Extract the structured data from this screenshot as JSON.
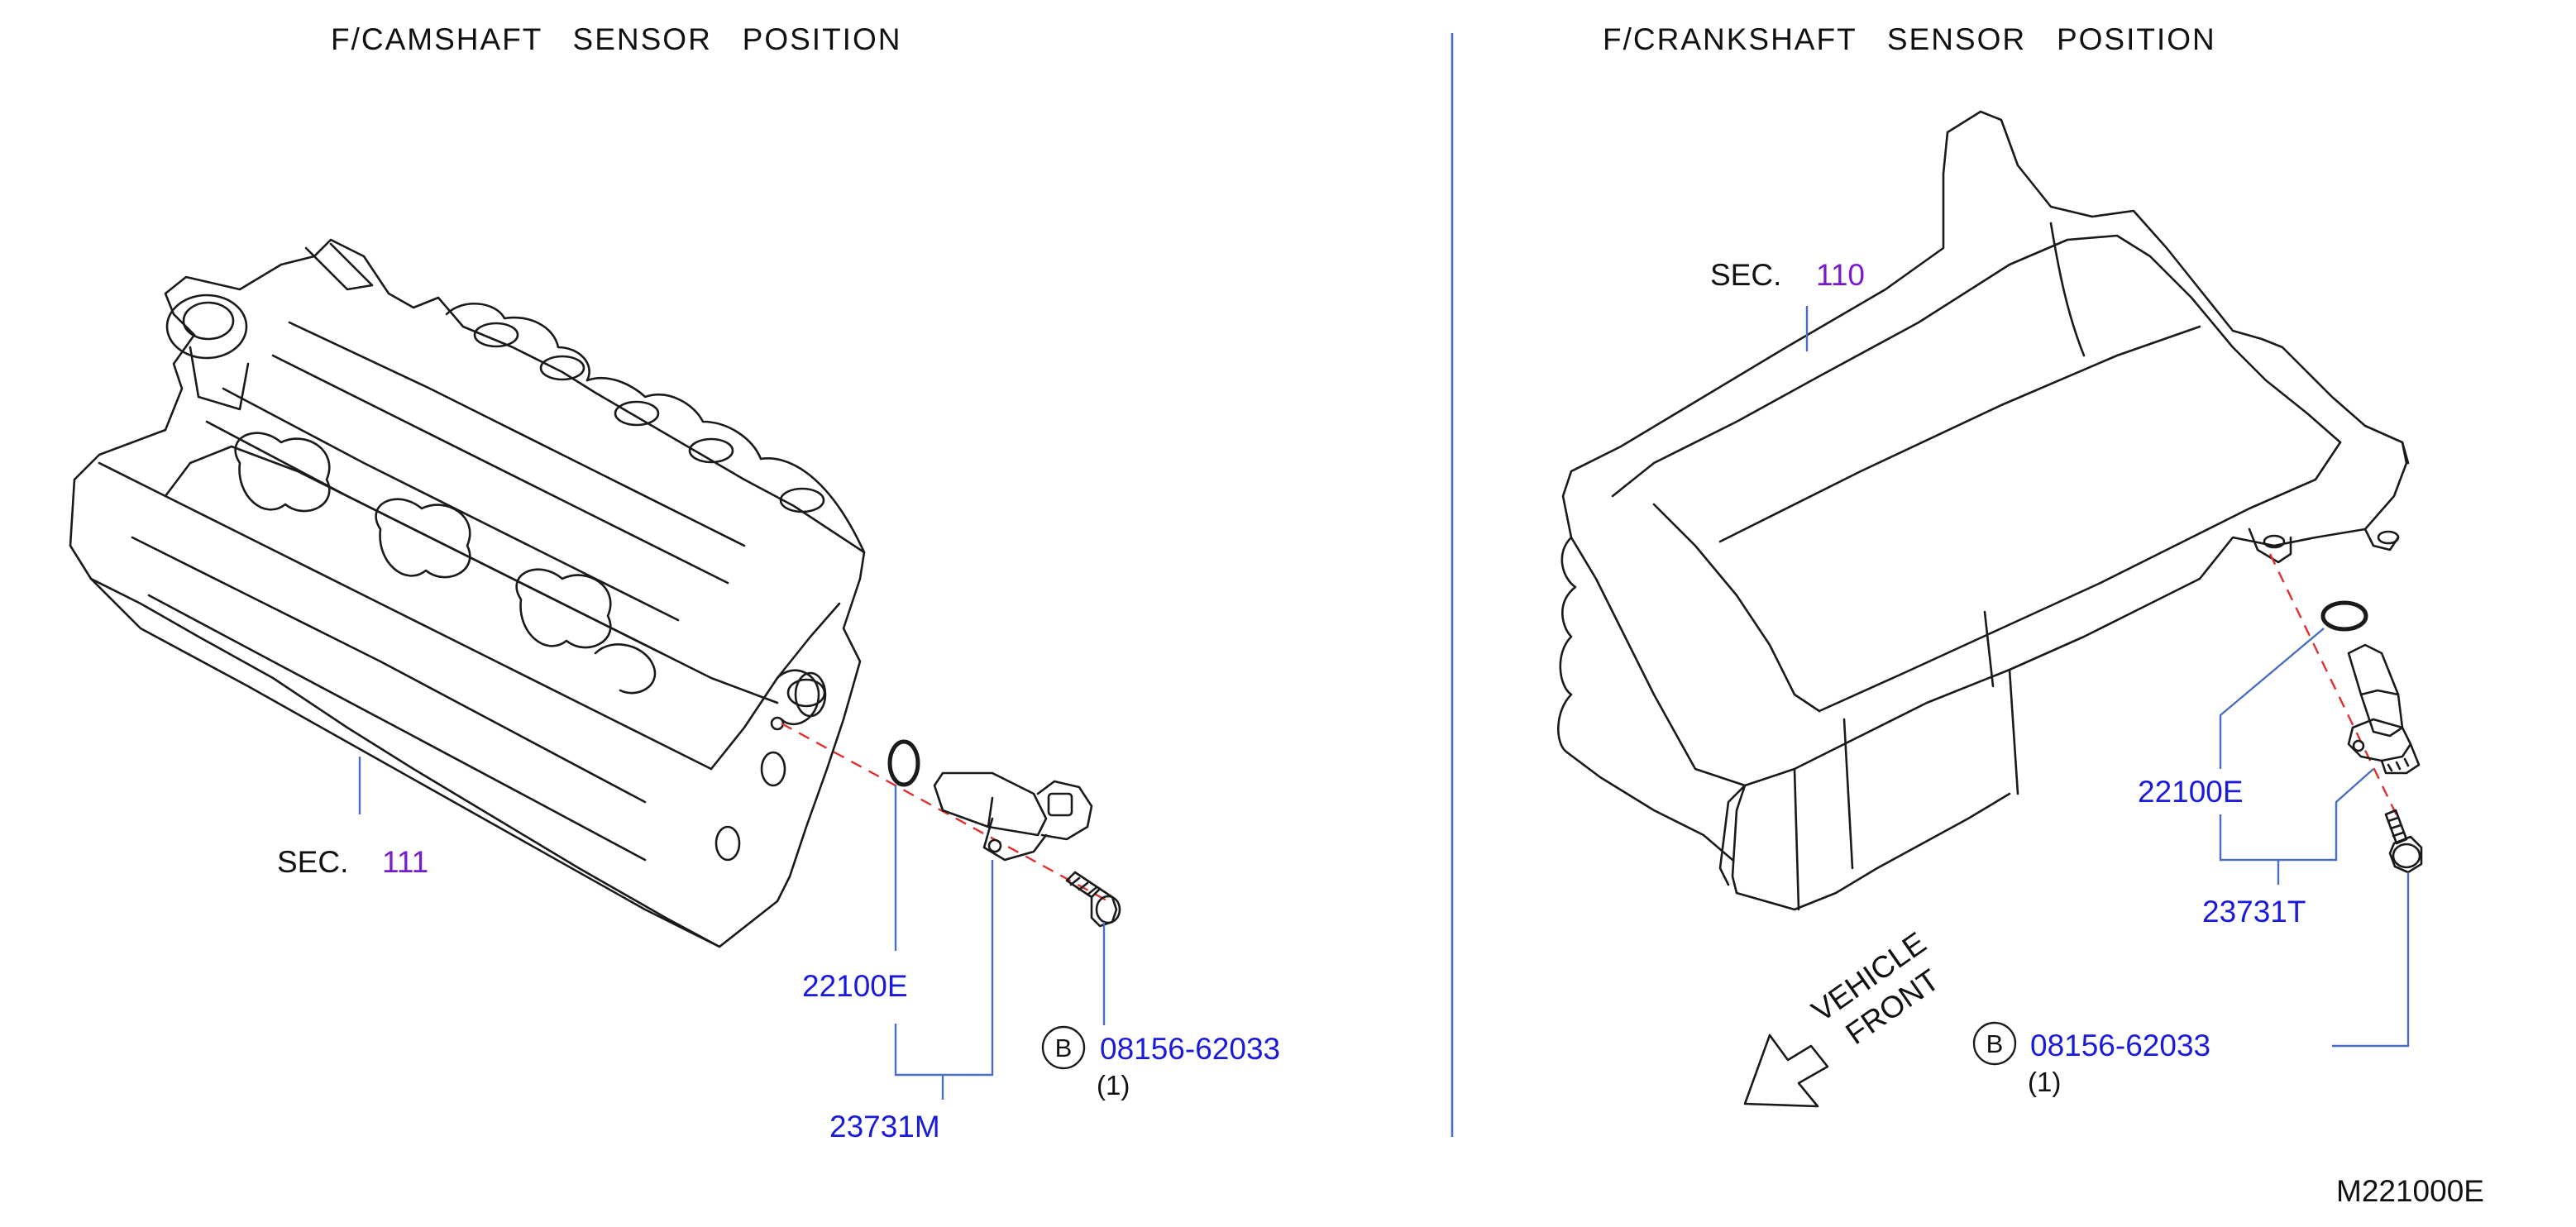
{
  "colors": {
    "line": "#1a1a1a",
    "leader": "#4a6fc0",
    "part_number": "#1a1adc",
    "section_number": "#7a1ad0",
    "dashed_axis": "#e03030"
  },
  "left_panel": {
    "title": "F/CAMSHAFT   SENSOR   POSITION",
    "section": {
      "label": "SEC.",
      "number": "111"
    },
    "parts": {
      "oring": "22100E",
      "sensor": "23731M",
      "bolt": "08156-62033"
    },
    "bolt_badge": "B",
    "bolt_qty": "(1)"
  },
  "right_panel": {
    "title": "F/CRANKSHAFT   SENSOR   POSITION",
    "section": {
      "label": "SEC.",
      "number": "110"
    },
    "parts": {
      "oring": "22100E",
      "sensor": "23731T",
      "bolt": "08156-62033"
    },
    "bolt_badge": "B",
    "bolt_qty": "(1)",
    "direction": {
      "line1": "VEHICLE",
      "line2": "FRONT",
      "icon": "front-arrow-icon"
    }
  },
  "diagram_code": "M221000E"
}
